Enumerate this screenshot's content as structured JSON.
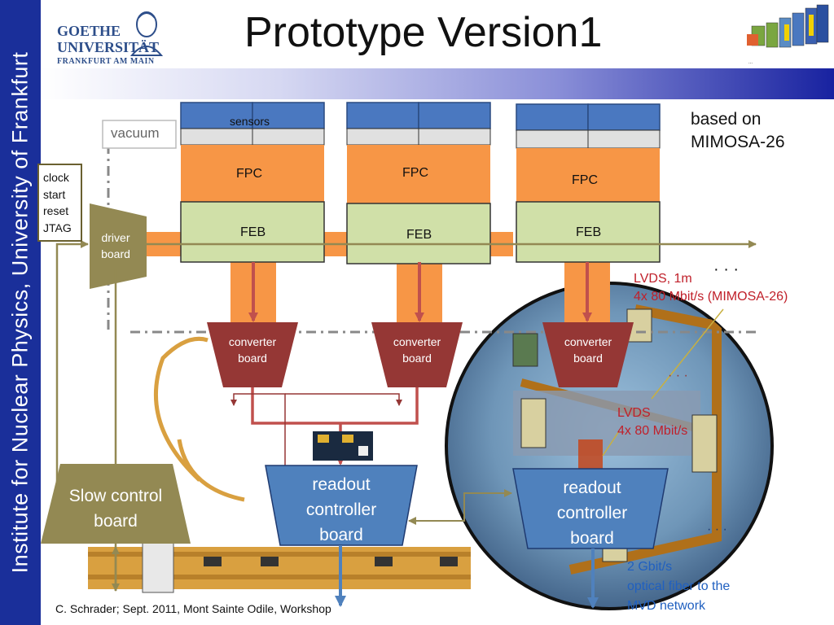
{
  "sidebar": {
    "text": "Institute for  Nuclear Physics, University of Frankfurt"
  },
  "header": {
    "title": "Prototype Version1",
    "logo_line1": "GOETHE",
    "logo_line2": "UNIVERSITÄT",
    "logo_line3": "FRANKFURT AM MAIN",
    "corner_label": "..."
  },
  "diagram": {
    "sensors": "sensors",
    "vacuum": "vacuum",
    "fpc": "FPC",
    "feb": "FEB",
    "based_on_1": "based on",
    "based_on_2": "MIMOSA-26",
    "signals": [
      "clock",
      "start",
      "reset",
      "JTAG"
    ],
    "driver_1": "driver",
    "driver_2": "board",
    "converter_1": "converter",
    "converter_2": "board",
    "dots": "· · ·",
    "lvds1_1": "LVDS, 1m",
    "lvds1_2": "4x 80 Mbit/s (MIMOSA-26)",
    "lvds2_1": "LVDS",
    "lvds2_2": "4x 80 Mbit/s",
    "slow_1": "Slow control",
    "slow_2": "board",
    "ro_1": "readout",
    "ro_2": "controller",
    "ro_3": "board",
    "gbit_1": "2 Gbit/s",
    "gbit_2": "optical fiber to the",
    "gbit_3": "MVD network"
  },
  "footer": {
    "credit": "C. Schrader; Sept. 2011, Mont Sainte Odile, Workshop"
  },
  "colors": {
    "sidebar": "#1a2f9a",
    "sensor_blue": "#4a78c0",
    "fpc_orange": "#f79646",
    "feb_green": "#d0e0a8",
    "converter_red": "#953735",
    "readout_blue": "#4f81bd",
    "slow_olive": "#938953",
    "lvds_red": "#c0202a",
    "fiber_blue": "#2060c0"
  }
}
